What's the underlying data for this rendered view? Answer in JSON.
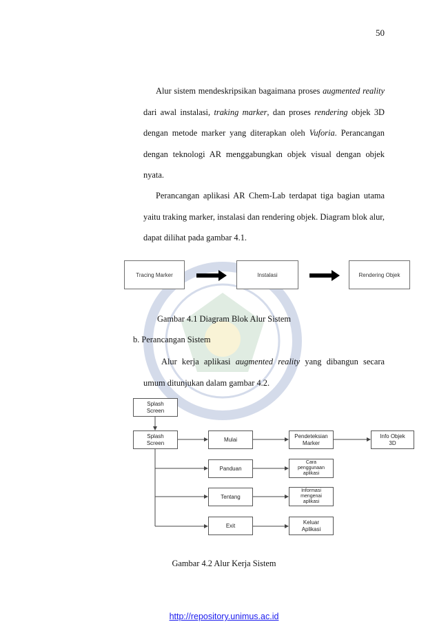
{
  "page_number": "50",
  "paragraphs": {
    "p1": {
      "s1": "Alur sistem mendeskripsikan bagaimana proses ",
      "i1": "augmented reality",
      "s2": " dari awal instalasi, ",
      "i2": "traking marker",
      "s3": ", dan proses ",
      "i3": "rendering",
      "s4": " objek 3D dengan metode marker yang diterapkan oleh ",
      "i4": "Vuforia",
      "s5": ". Perancangan dengan teknologi AR menggabungkan objek visual dengan objek nyata."
    },
    "p2": "Perancangan aplikasi AR Chem-Lab terdapat tiga bagian utama yaitu traking marker, instalasi dan rendering objek. Diagram blok alur, dapat dilihat pada gambar 4.1.",
    "p3": {
      "s1": "Alur kerja aplikasi ",
      "i1": "augmented reality",
      "s2": " yang dibangun secara umum ditunjukan dalam gambar 4.2."
    }
  },
  "figure1": {
    "boxes": [
      "Tracing Marker",
      "Instalasi",
      "Rendering Objek"
    ],
    "caption": "Gambar 4.1 Diagram Blok Alur Sistem"
  },
  "subheading": "b.  Perancangan Sistem",
  "figure2": {
    "boxes": {
      "splash_top": "Splash\nScreen",
      "splash_main": "Splash\nScreen",
      "mulai": "Mulai",
      "panduan": "Panduan",
      "tentang": "Tentang",
      "exit": "Exit",
      "pendeteksian": "Pendeteksian\nMarker",
      "info_objek": "Info Objek\n3D",
      "cara": "Cara\npenggunaan\naplikasi",
      "informasi": "Informasi\nmengenai\naplikasi",
      "keluar": "Keluar\nAplikasi"
    },
    "caption": "Gambar 4.2 Alur Kerja Sistem"
  },
  "footer_url": "http://repository.unimus.ac.id"
}
